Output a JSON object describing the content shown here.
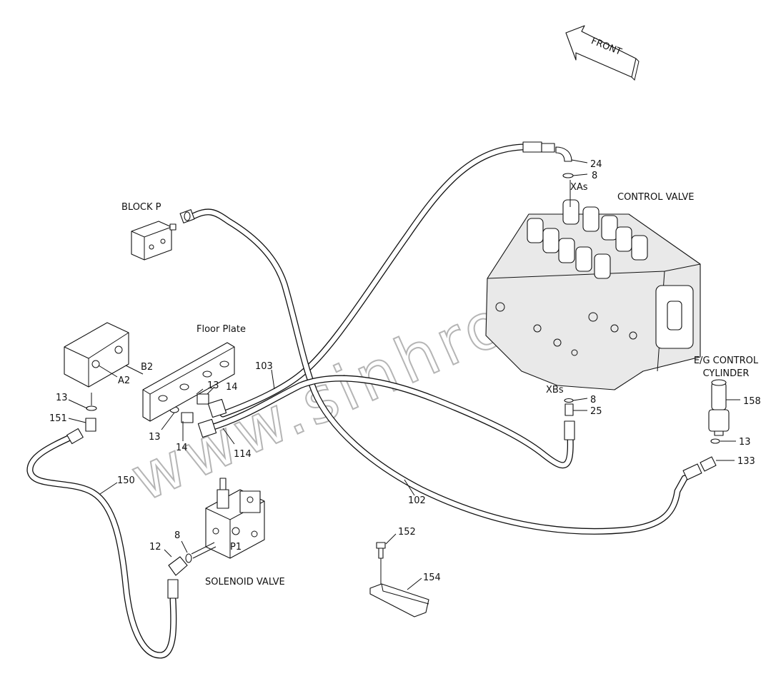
{
  "diagram": {
    "front_label": "FRONT",
    "watermark": "www.sinhron.kz",
    "components": {
      "control_valve": "CONTROL VALVE",
      "block_p": "BLOCK P",
      "floor_plate": "Floor Plate",
      "eg_control_cylinder_line1": "E/G CONTROL",
      "eg_control_cylinder_line2": "CYLINDER",
      "solenoid_valve": "SOLENOID VALVE"
    },
    "ports": {
      "xas": "XAs",
      "xbs": "XBs",
      "a2": "A2",
      "b2": "B2",
      "p1": "P1"
    },
    "callouts": {
      "c24": "24",
      "c8_top": "8",
      "c8_xbs": "8",
      "c25": "25",
      "c158": "158",
      "c13_right": "13",
      "c133": "133",
      "c103": "103",
      "c13_plate": "13",
      "c14_upper": "14",
      "c13_lower": "13",
      "c14_lower": "14",
      "c114": "114",
      "c13_left": "13",
      "c151": "151",
      "c150": "150",
      "c102": "102",
      "c8_sol": "8",
      "c12": "12",
      "c152": "152",
      "c154": "154"
    }
  }
}
